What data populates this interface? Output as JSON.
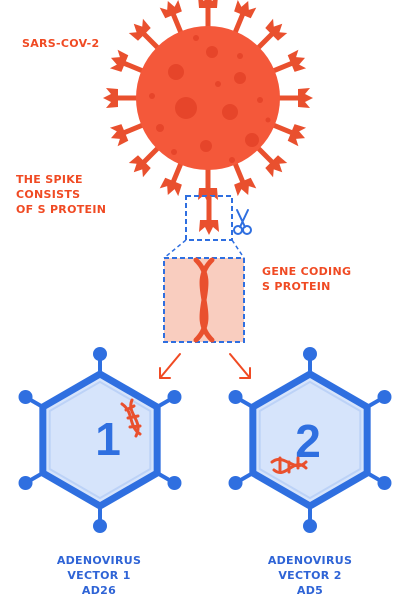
{
  "labels": {
    "virus": "SARS-COV-2",
    "spike": [
      "THE SPIKE",
      "CONSISTS",
      "OF S PROTEIN"
    ],
    "gene": [
      "GENE CODING",
      "S PROTEIN"
    ],
    "vector1": [
      "ADENOVIRUS",
      "VECTOR 1",
      "AD26"
    ],
    "vector2": [
      "ADENOVIRUS",
      "VECTOR 2",
      "AD5"
    ],
    "vector1_number": "1",
    "vector2_number": "2"
  },
  "icons": {
    "scissors": "scissors-icon",
    "virus": "coronavirus-icon",
    "dna": "dna-helix-icon"
  },
  "colors": {
    "virus": "#f4583a",
    "virus_dark": "#e6452a",
    "virus_light": "#f7876c",
    "spike": "#e9502e",
    "vector_blue": "#2f6fe0",
    "vector_fill": "#d6e4fb",
    "gene_box": "#f9cdbf",
    "label_red": "#f04a23",
    "label_blue": "#2f64d6"
  }
}
